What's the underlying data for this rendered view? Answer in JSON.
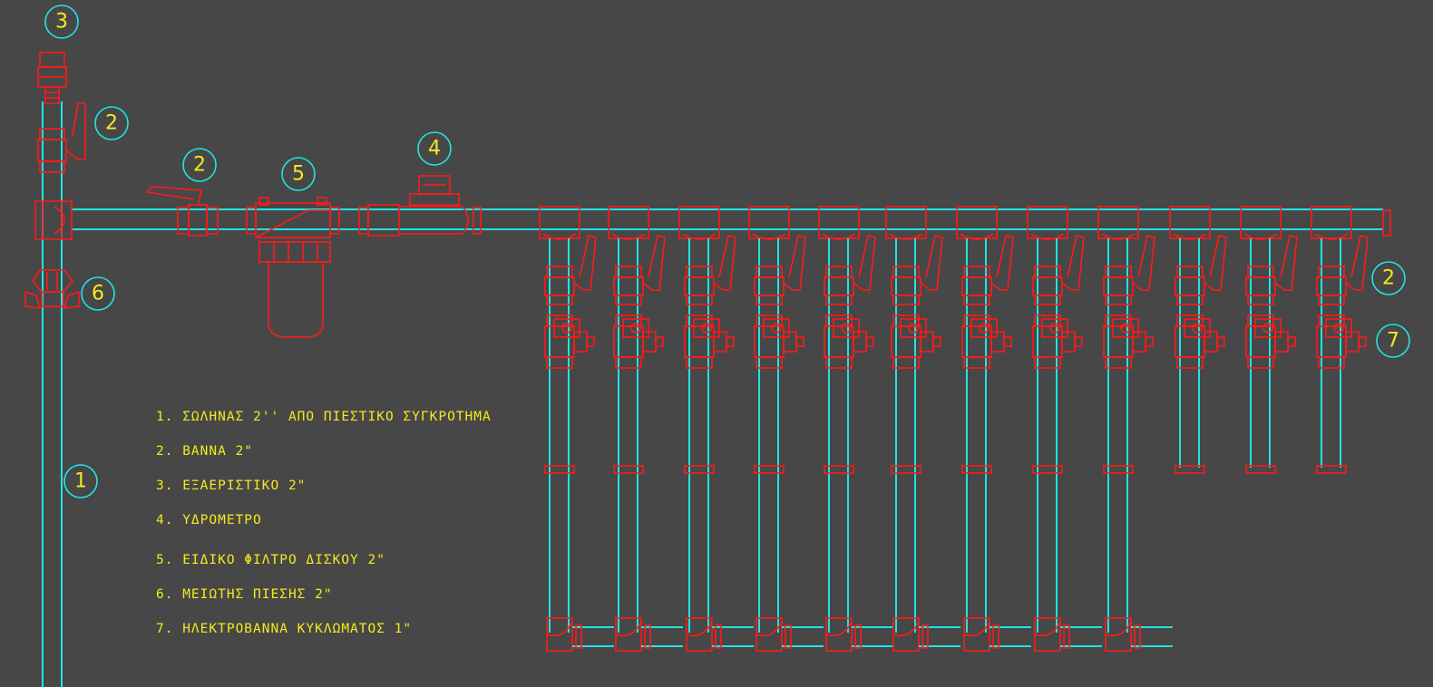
{
  "callouts": [
    {
      "id": "c3-top",
      "label": "3"
    },
    {
      "id": "c2-vert",
      "label": "2"
    },
    {
      "id": "c2-main",
      "label": "2"
    },
    {
      "id": "c5",
      "label": "5"
    },
    {
      "id": "c4",
      "label": "4"
    },
    {
      "id": "c6",
      "label": "6"
    },
    {
      "id": "c1",
      "label": "1"
    },
    {
      "id": "c2-branch",
      "label": "2"
    },
    {
      "id": "c7",
      "label": "7"
    }
  ],
  "legend": [
    "1. ΣΩΛΗΝΑΣ 2'' ΑΠΟ ΠΙΕΣΤΙΚΟ ΣΥΓΚΡΟΤΗΜΑ",
    "2. ΒΑΝΝΑ 2\"",
    "3. ΕΞΑΕΡΙΣΤΙΚΟ 2\"",
    "4. ΥΔΡΟΜΕΤΡΟ",
    "5. ΕΙΔΙΚΟ ΦΙΛΤΡΟ ΔΙΣΚΟΥ 2\"",
    "6. ΜΕΙΩΤΗΣ ΠΙΕΣΗΣ 2\"",
    "7. ΗΛΕΚΤΡΟΒΑΝΝΑ ΚΥΚΛΩΜΑΤΟΣ 1\""
  ],
  "colors": {
    "background": "#474747",
    "pipe": "#22e3e3",
    "fitting": "#ff1a1a",
    "text": "#f4ea1e"
  }
}
